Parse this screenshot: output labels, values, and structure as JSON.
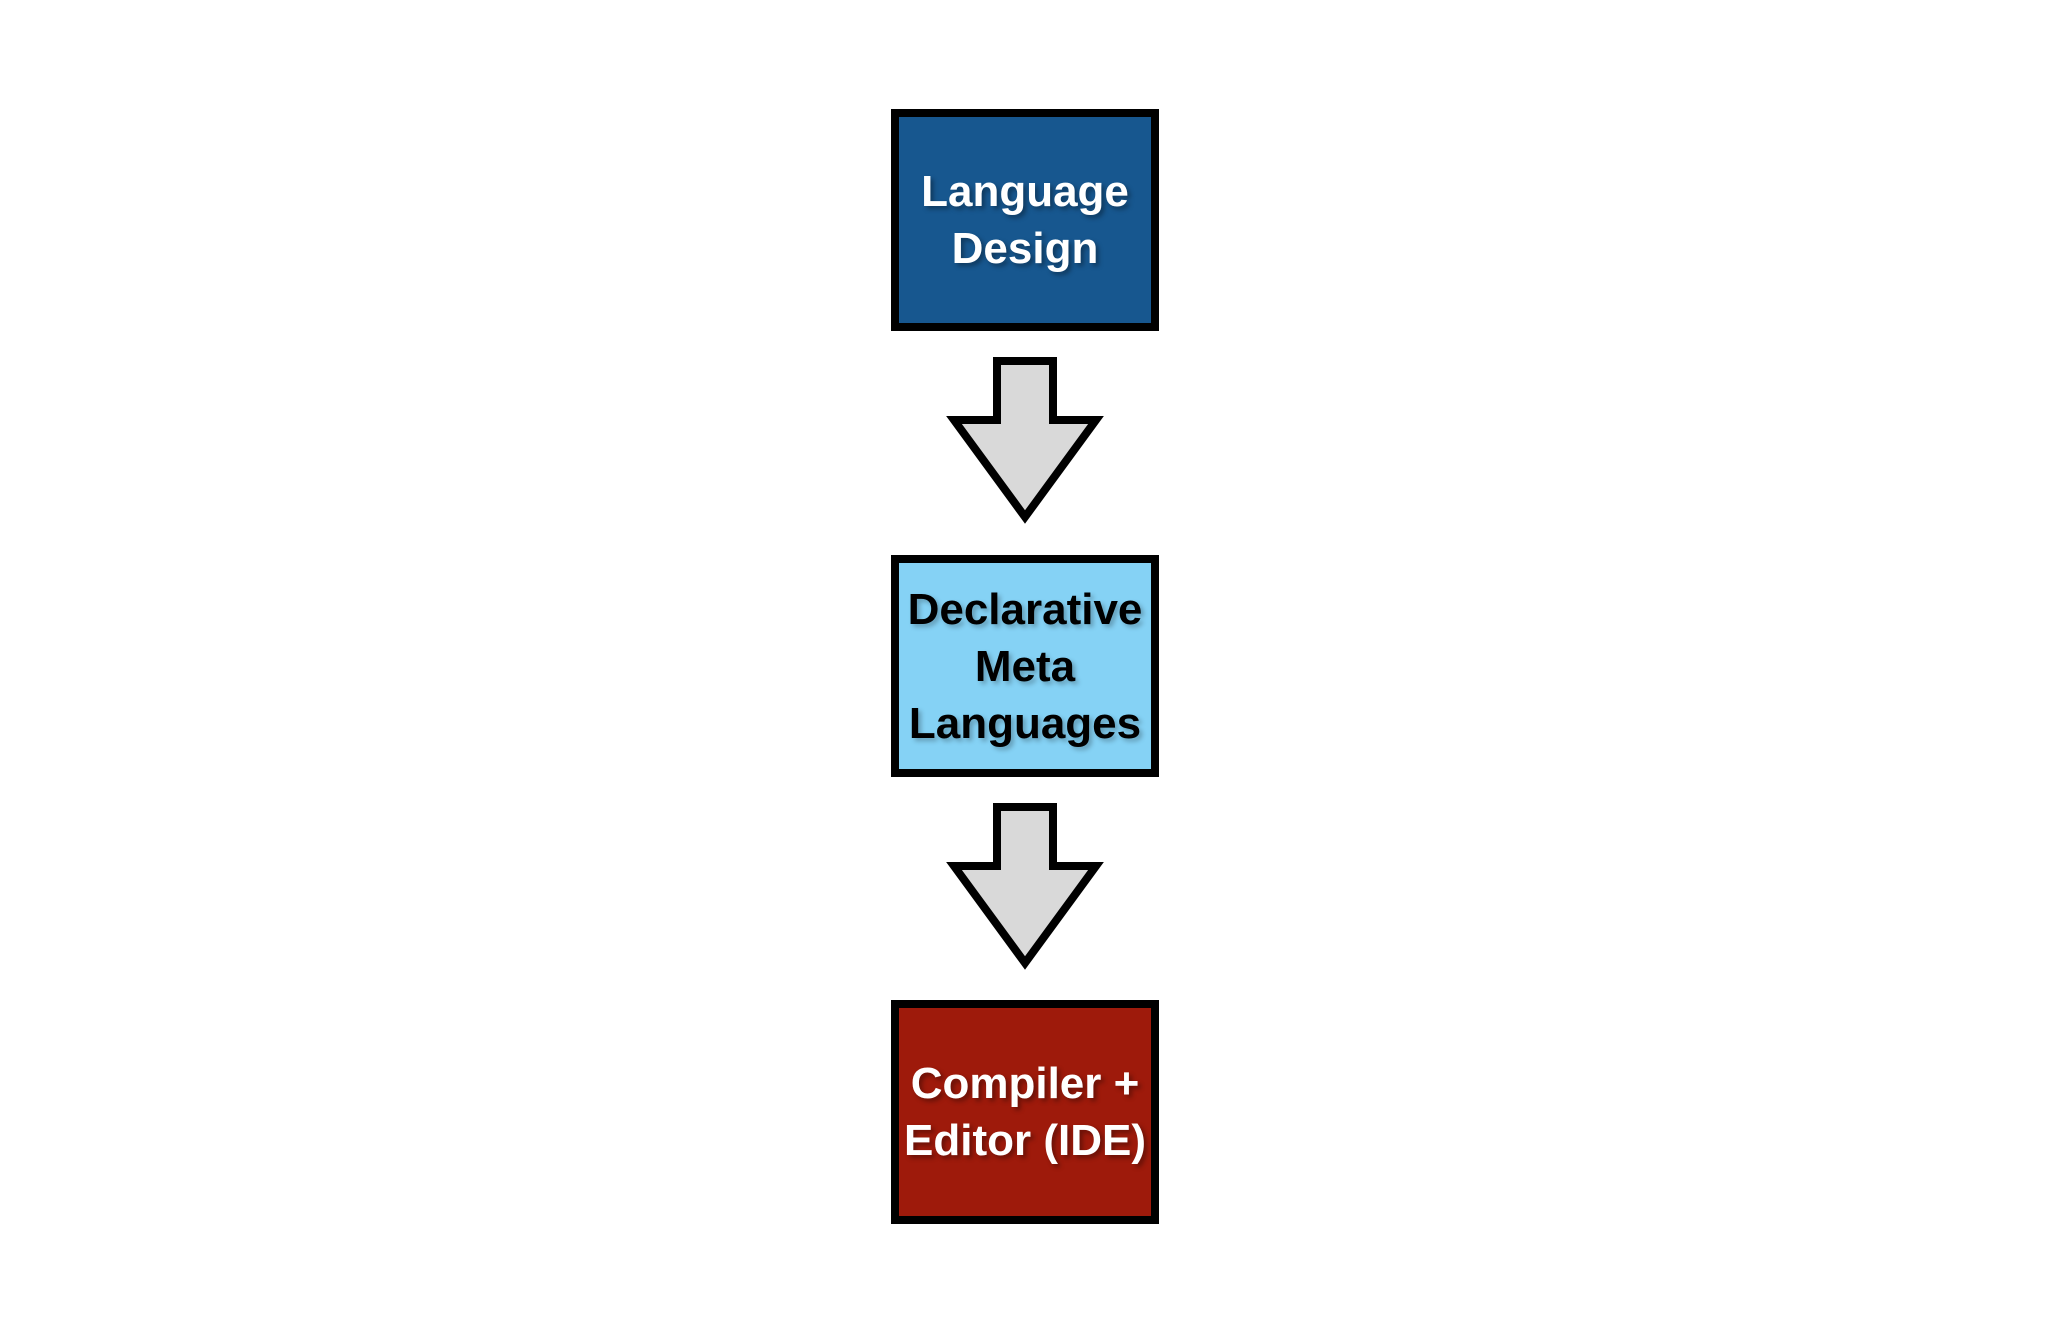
{
  "canvas": {
    "background": "#FFFFFF"
  },
  "diagram": {
    "nodes": [
      {
        "id": "language-design",
        "label_lines": [
          "Language",
          "Design"
        ],
        "fill": "#17578F",
        "border_color": "#000000",
        "text_color": "#FFFFFF"
      },
      {
        "id": "declarative-meta-languages",
        "label_lines": [
          "Declarative",
          "Meta",
          "Languages"
        ],
        "fill": "#85D2F5",
        "border_color": "#000000",
        "text_color": "#000000"
      },
      {
        "id": "compiler-editor-ide",
        "label_lines": [
          "Compiler +",
          "Editor (IDE)"
        ],
        "fill": "#9E1A0B",
        "border_color": "#000000",
        "text_color": "#FFFFFF"
      }
    ],
    "connectors": [
      {
        "id": "arrow-1",
        "from": "language-design",
        "to": "declarative-meta-languages",
        "direction": "down",
        "fill": "#D9D9D9",
        "stroke": "#000000"
      },
      {
        "id": "arrow-2",
        "from": "declarative-meta-languages",
        "to": "compiler-editor-ide",
        "direction": "down",
        "fill": "#D9D9D9",
        "stroke": "#000000"
      }
    ]
  }
}
